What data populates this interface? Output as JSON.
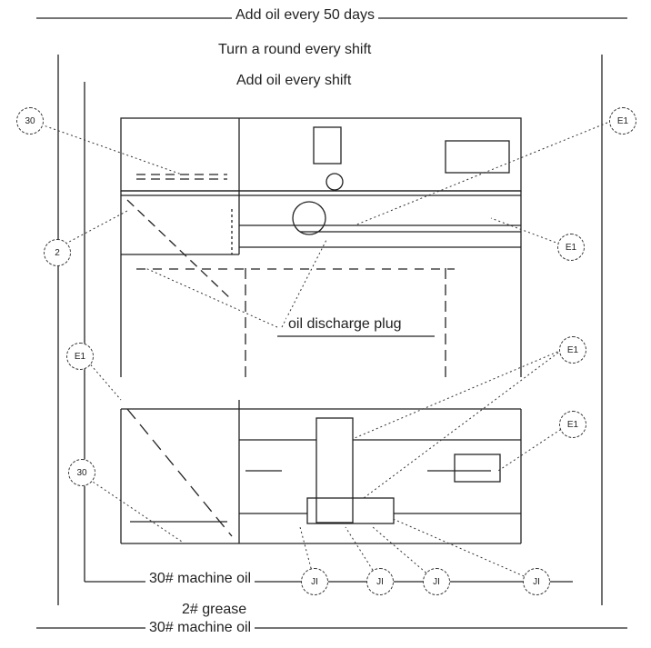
{
  "labels": {
    "top_oil_days": "Add oil every 50 days",
    "turn_round": "Turn a round every shift",
    "add_oil_shift": "Add oil every shift",
    "oil_discharge_plug": "oil discharge plug",
    "machine_oil_inner": "30# machine oil",
    "grease": "2# grease",
    "machine_oil_outer": "30# machine oil"
  },
  "bubbles": {
    "top_left": "30",
    "left_mid": "2",
    "top_right": "E1",
    "right_mid": "E1",
    "left_lower": "E1",
    "left_bottom": "30",
    "right_lower_1": "E1",
    "right_lower_2": "E1",
    "bottom_1": "JI",
    "bottom_2": "JI",
    "bottom_3": "JI",
    "bottom_4": "JI"
  },
  "colors": {
    "ink": "#222222",
    "background": "#ffffff"
  }
}
